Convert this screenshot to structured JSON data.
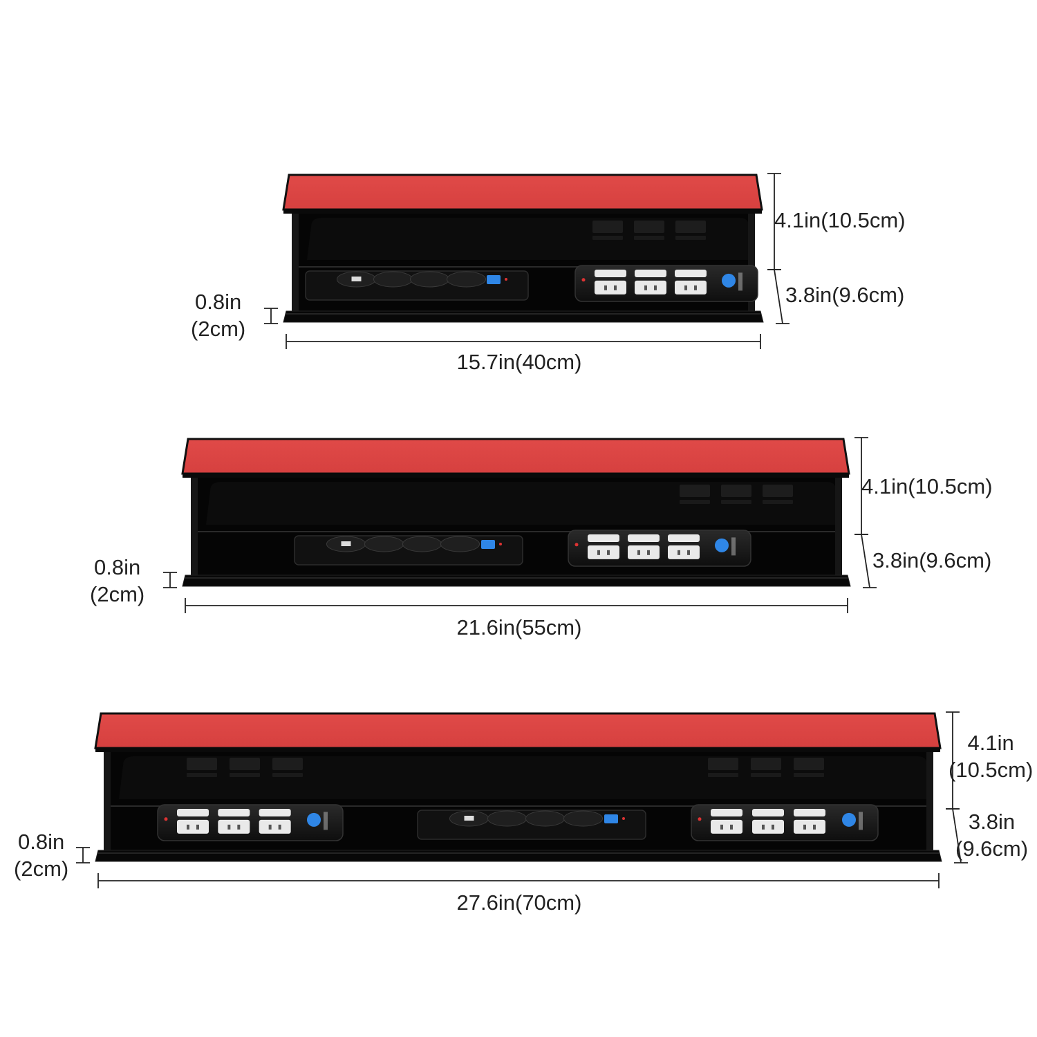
{
  "colors": {
    "lid": "#d6403f",
    "shell": "#050505",
    "outlet_white": "#e9e9e9",
    "switch_blue": "#2f86e6",
    "dimension_line": "#222222"
  },
  "icons": [
    "power-strip-icon",
    "outlet-icon",
    "usb-port-icon",
    "switch-icon"
  ],
  "shelves": [
    {
      "width_label": "15.7in(40cm)",
      "upper_height": [
        "4.1in(10.5cm)"
      ],
      "lower_height": [
        "3.8in(9.6cm)"
      ],
      "base_height": [
        "0.8in",
        "(2cm)"
      ]
    },
    {
      "width_label": "21.6in(55cm)",
      "upper_height": [
        "4.1in(10.5cm)"
      ],
      "lower_height": [
        "3.8in(9.6cm)"
      ],
      "base_height": [
        "0.8in",
        "(2cm)"
      ]
    },
    {
      "width_label": "27.6in(70cm)",
      "upper_height": [
        "4.1in",
        "(10.5cm)"
      ],
      "lower_height": [
        "3.8in",
        "(9.6cm)"
      ],
      "base_height": [
        "0.8in",
        "(2cm)"
      ]
    }
  ]
}
